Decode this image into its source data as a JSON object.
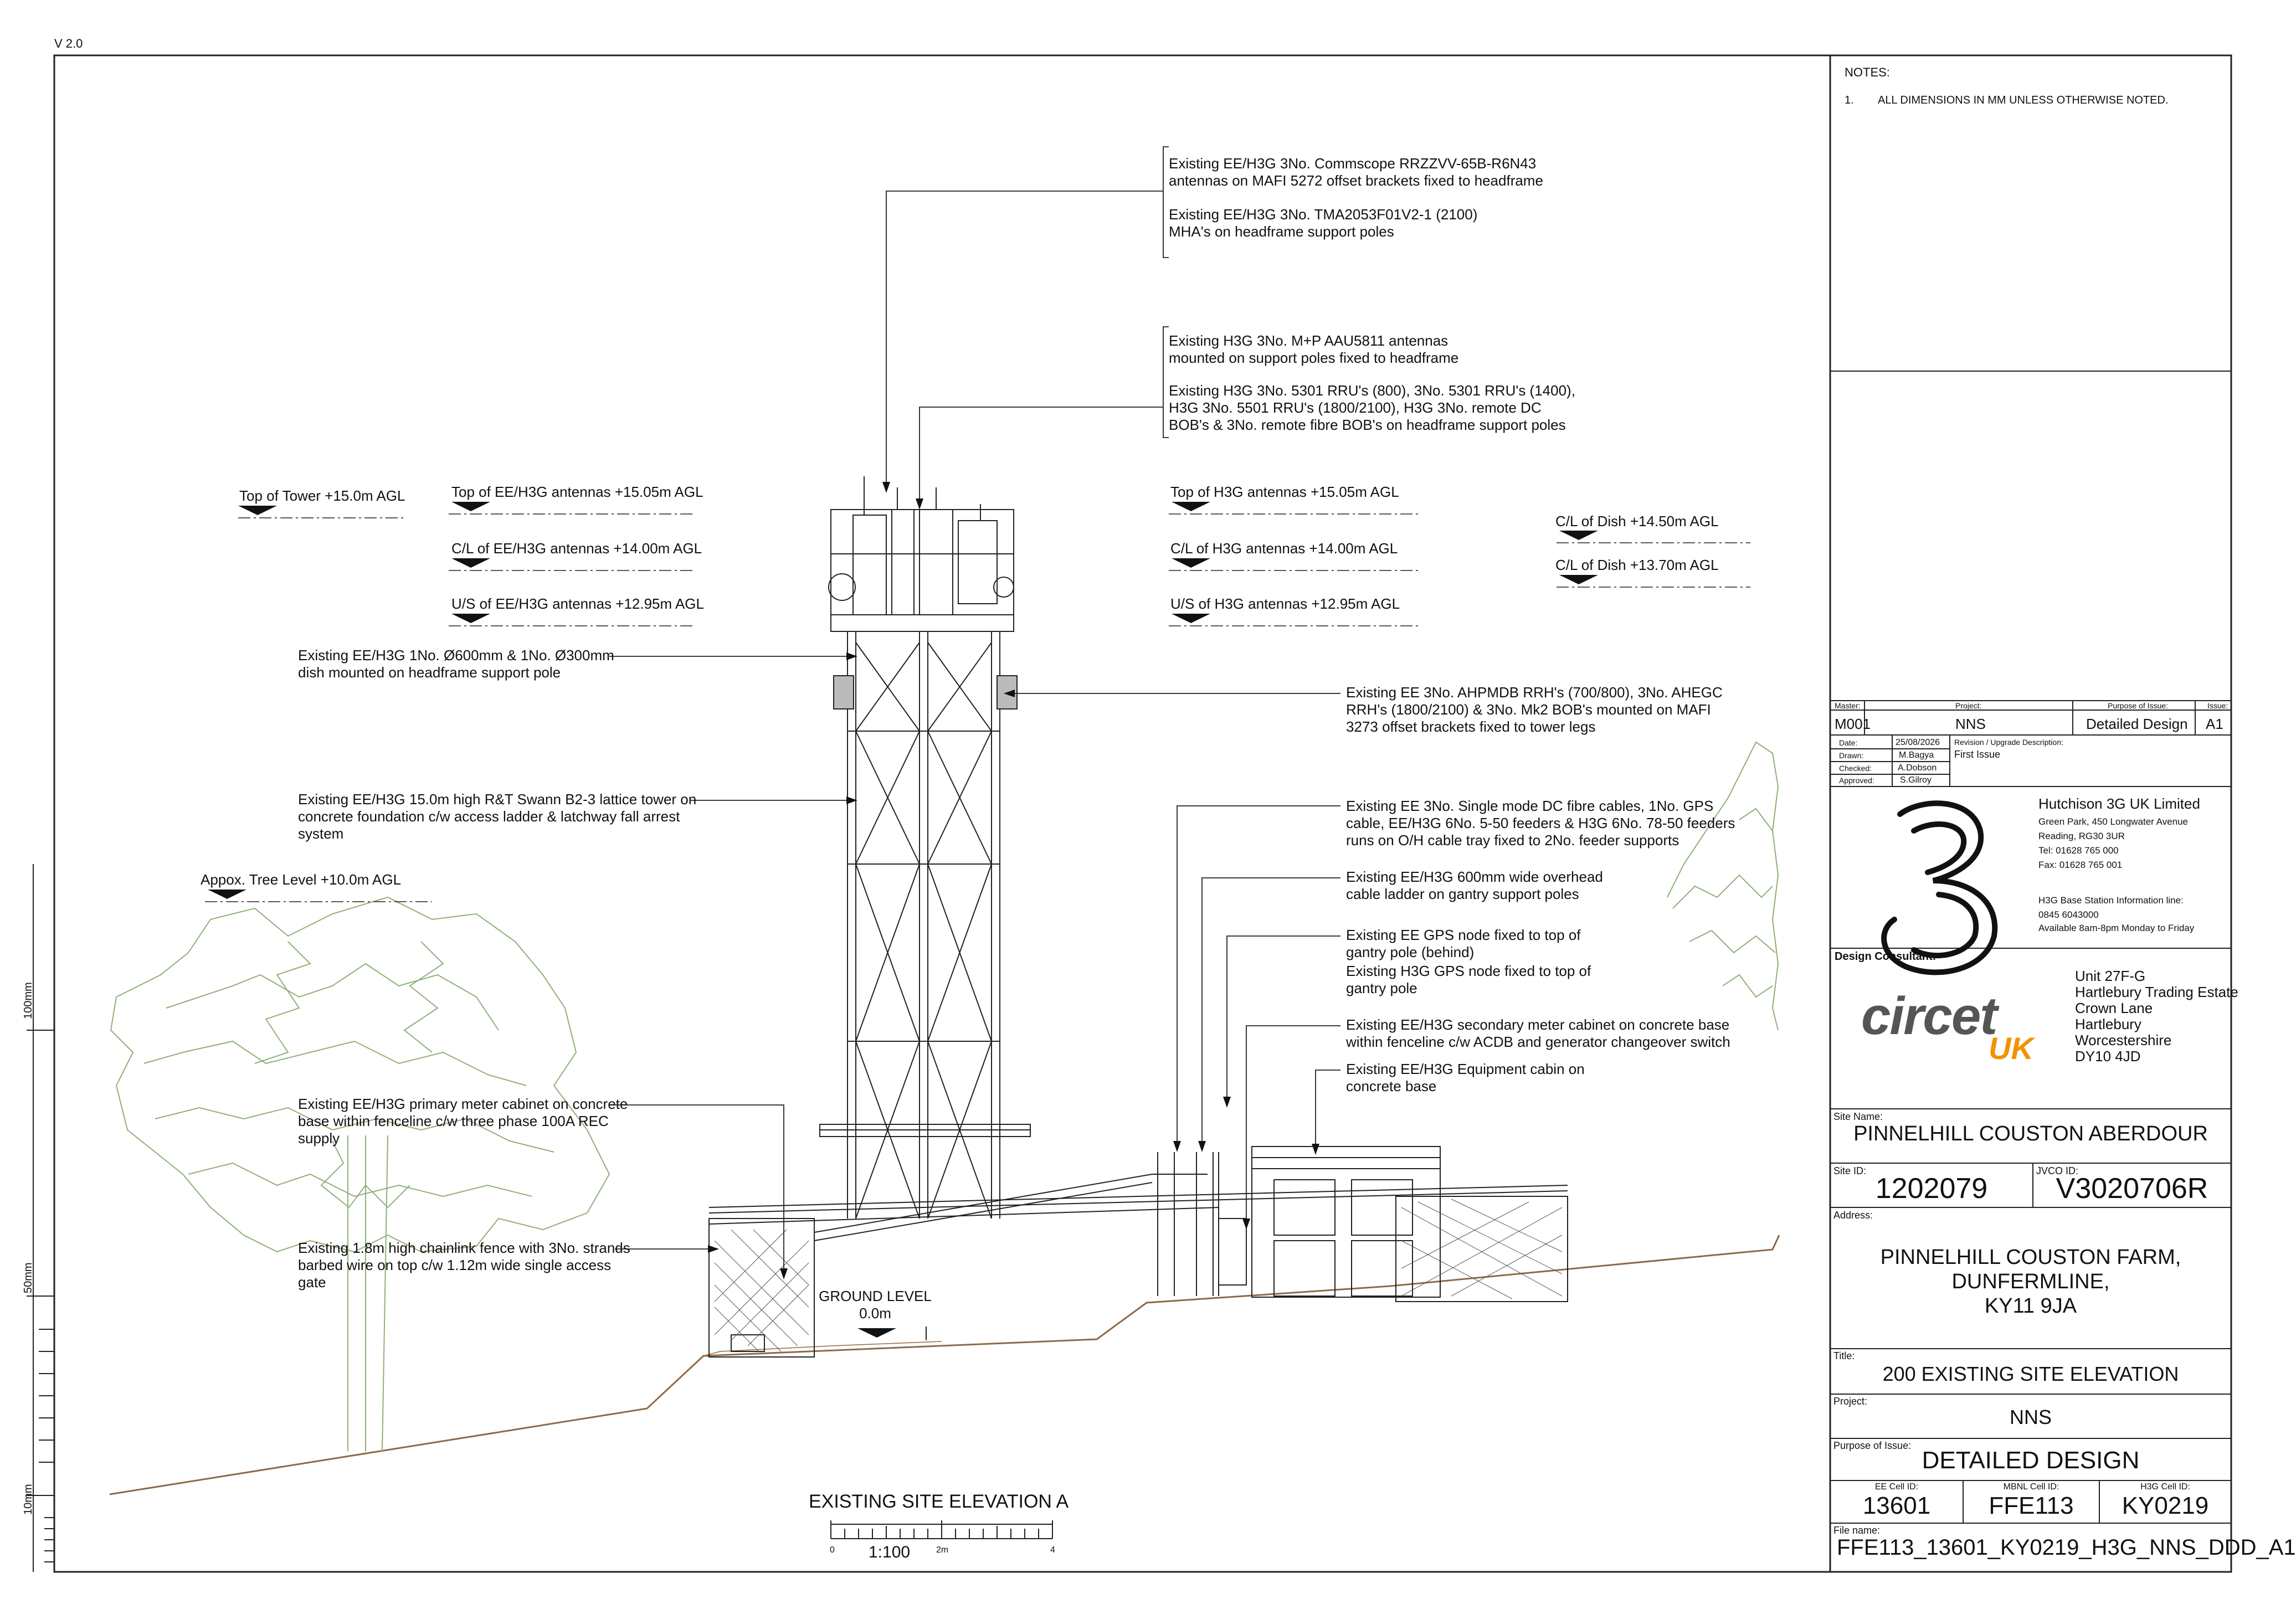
{
  "version": "V 2.0",
  "notes": {
    "heading": "NOTES:",
    "items": [
      {
        "num": "1.",
        "text": "ALL DIMENSIONS IN MM UNLESS OTHERWISE NOTED."
      }
    ]
  },
  "annotations": {
    "a1_l1": "Existing EE/H3G 3No. Commscope RRZZVV-65B-R6N43",
    "a1_l2": "antennas on MAFI 5272 offset brackets fixed to headframe",
    "a2_l1": "Existing EE/H3G 3No. TMA2053F01V2-1 (2100)",
    "a2_l2": "MHA's on headframe support poles",
    "a3_l1": "Existing H3G 3No. M+P AAU5811 antennas",
    "a3_l2": "mounted on support poles fixed to headframe",
    "a4_l1": "Existing H3G 3No. 5301 RRU's (800), 3No. 5301 RRU's (1400),",
    "a4_l2": "H3G 3No. 5501 RRU's (1800/2100), H3G 3No. remote DC",
    "a4_l3": "BOB's & 3No. remote fibre BOB's on headframe support poles",
    "a5_l1": "Existing EE/H3G 1No. Ø600mm & 1No. Ø300mm",
    "a5_l2": "dish mounted on headframe support pole",
    "a6_l1": "Existing EE 3No. AHPMDB RRH's (700/800), 3No. AHEGC",
    "a6_l2": "RRH's (1800/2100) & 3No. Mk2 BOB's mounted on MAFI",
    "a6_l3": "3273 offset brackets fixed to tower legs",
    "a7_l1": "Existing EE/H3G 15.0m high R&T Swann B2-3 lattice tower on",
    "a7_l2": "concrete foundation c/w access ladder & latchway fall arrest",
    "a7_l3": "system",
    "a8_l1": "Existing EE 3No. Single mode DC fibre cables, 1No. GPS",
    "a8_l2": "cable, EE/H3G 6No. 5-50 feeders & H3G 6No. 78-50 feeders",
    "a8_l3": "runs on O/H cable tray fixed to 2No. feeder supports",
    "a9_l1": "Existing EE/H3G 600mm wide overhead",
    "a9_l2": "cable ladder on gantry support poles",
    "a10_l1": "Existing EE GPS node fixed to top of",
    "a10_l2": "gantry pole (behind)",
    "a11_l1": "Existing H3G GPS node fixed to top of",
    "a11_l2": "gantry pole",
    "a12_l1": "Existing EE/H3G secondary meter cabinet on concrete base",
    "a12_l2": "within fenceline c/w ACDB and generator changeover switch",
    "a13_l1": "Existing EE/H3G Equipment cabin on",
    "a13_l2": "concrete base",
    "a14_l1": "Existing EE/H3G primary meter cabinet on concrete",
    "a14_l2": "base within fenceline c/w three phase 100A REC",
    "a14_l3": "supply",
    "a15_l1": "Existing 1.8m high chainlink fence with 3No. strands",
    "a15_l2": "barbed wire on top c/w 1.12m wide single access",
    "a15_l3": "gate"
  },
  "levels": {
    "top_tower": "Top of Tower +15.0m AGL",
    "top_ee": "Top of EE/H3G antennas +15.05m AGL",
    "cl_ee": "C/L of EE/H3G antennas +14.00m AGL",
    "us_ee": "U/S of EE/H3G antennas +12.95m AGL",
    "top_h3g": "Top of H3G antennas +15.05m AGL",
    "cl_h3g": "C/L of H3G antennas +14.00m AGL",
    "us_h3g": "U/S of H3G antennas +12.95m AGL",
    "cl_dish1": "C/L of Dish +14.50m AGL",
    "cl_dish2": "C/L of Dish +13.70m AGL",
    "tree": "Appox. Tree Level +10.0m AGL",
    "ground_l1": "GROUND LEVEL",
    "ground_l2": "0.0m"
  },
  "drawing_title": "EXISTING SITE ELEVATION A",
  "scale": {
    "ratio": "1:100",
    "t0": "0",
    "t2": "2m",
    "t4": "4"
  },
  "side_scale": {
    "s100": "100mm",
    "s50": "50mm",
    "s10": "10mm"
  },
  "title_block": {
    "master_label": "Master:",
    "master": "M001",
    "project_label": "Project:",
    "project": "NNS",
    "purpose_label": "Purpose of Issue:",
    "purpose": "Detailed Design",
    "issue_label": "Issue:",
    "issue": "A1",
    "date_label": "Date:",
    "date": "25/08/2026",
    "drawn_label": "Drawn:",
    "drawn": "M.Bagya",
    "checked_label": "Checked:",
    "checked": "A.Dobson",
    "approved_label": "Approved:",
    "approved": "S.Gilroy",
    "revision_label": "Revision / Upgrade Description:",
    "revision": "First Issue",
    "company": {
      "name": "Hutchison 3G UK Limited",
      "addr1": "Green Park, 450 Longwater Avenue",
      "addr2": "Reading, RG30 3UR",
      "tel": "Tel: 01628 765 000",
      "fax": "Fax: 01628 765 001",
      "info1": "H3G Base Station Information line:",
      "info2": "0845 6043000",
      "info3": "Available 8am-8pm Monday to Friday"
    },
    "consultant_label": "Design Consultant:",
    "consultant_logo_1": "circet",
    "consultant_logo_2": "UK",
    "consultant_addr": [
      "Unit 27F-G",
      "Hartlebury Trading Estate",
      "Crown Lane",
      "Hartlebury",
      "Worcestershire",
      "DY10 4JD"
    ],
    "site_name_label": "Site Name:",
    "site_name": "PINNELHILL COUSTON ABERDOUR",
    "site_id_label": "Site ID:",
    "site_id": "1202079",
    "jvco_label": "JVCO ID:",
    "jvco": "V3020706R",
    "address_label": "Address:",
    "address": [
      "PINNELHILL COUSTON FARM,",
      "DUNFERMLINE,",
      "KY11 9JA"
    ],
    "title_label": "Title:",
    "title": "200 EXISTING SITE ELEVATION",
    "project2_label": "Project:",
    "project2": "NNS",
    "purpose2_label": "Purpose of Issue:",
    "purpose2": "DETAILED DESIGN",
    "ee_label": "EE Cell ID:",
    "ee": "13601",
    "mbnl_label": "MBNL Cell ID:",
    "mbnl": "FFE113",
    "h3g_label": "H3G Cell ID:",
    "h3g": "KY0219",
    "file_label": "File name:",
    "file": "FFE113_13601_KY0219_H3G_NNS_DDD_A1"
  },
  "colors": {
    "line": "#222222",
    "tree": "#8fb07a",
    "ground": "#8b6a4a",
    "logo_orange": "#f39200",
    "logo_grey": "#555555"
  }
}
